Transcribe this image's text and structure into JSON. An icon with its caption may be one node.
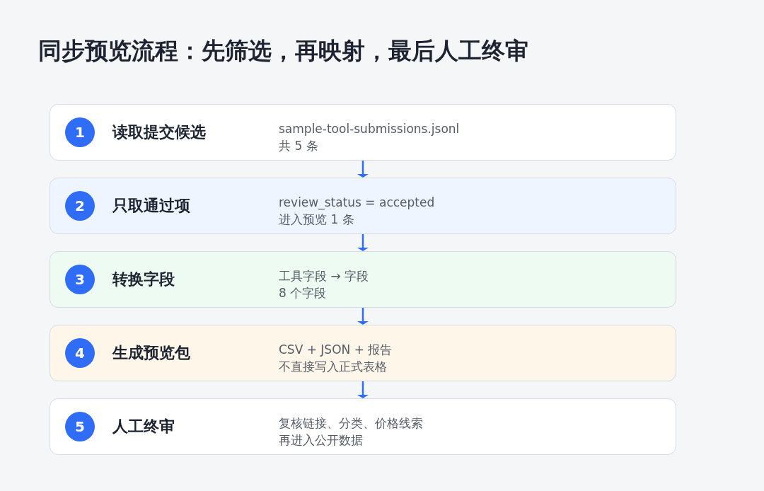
{
  "diagram": {
    "title": "同步预览流程：先筛选，再映射，最后人工终审",
    "nodes": [
      {
        "text": [
          "读取提交候选",
          "sample-tool-submissions.jsonl",
          "共 5 条"
        ]
      },
      {
        "text": [
          "1"
        ],
        "in": 0
      },
      {
        "text": [
          "只取通过项",
          "review_status = accepted",
          "进入预览 1 条"
        ]
      },
      {
        "text": [
          "2"
        ],
        "in": 2
      },
      {
        "text": [
          "转换字段",
          "工具字段 → 字段",
          "8 个字段"
        ]
      },
      {
        "text": [
          "3"
        ],
        "in": 4
      },
      {
        "text": [
          "生成预览包",
          "CSV + JSON + 报告",
          "不直接写入正式表格"
        ]
      },
      {
        "text": [
          "4"
        ],
        "in": 6
      },
      {
        "text": [
          "人工终审",
          "复核链接、分类、价格线索",
          "再进入公开数据"
        ]
      },
      {
        "text": [
          "5"
        ],
        "in": 8
      }
    ],
    "edges": [
      {
        "from": 0,
        "to": 2,
        "arrow": "to"
      },
      {
        "from": 2,
        "to": 4,
        "arrow": "to"
      },
      {
        "from": 4,
        "to": 6,
        "arrow": "to"
      },
      {
        "from": 6,
        "to": 8,
        "arrow": "to"
      }
    ]
  }
}
